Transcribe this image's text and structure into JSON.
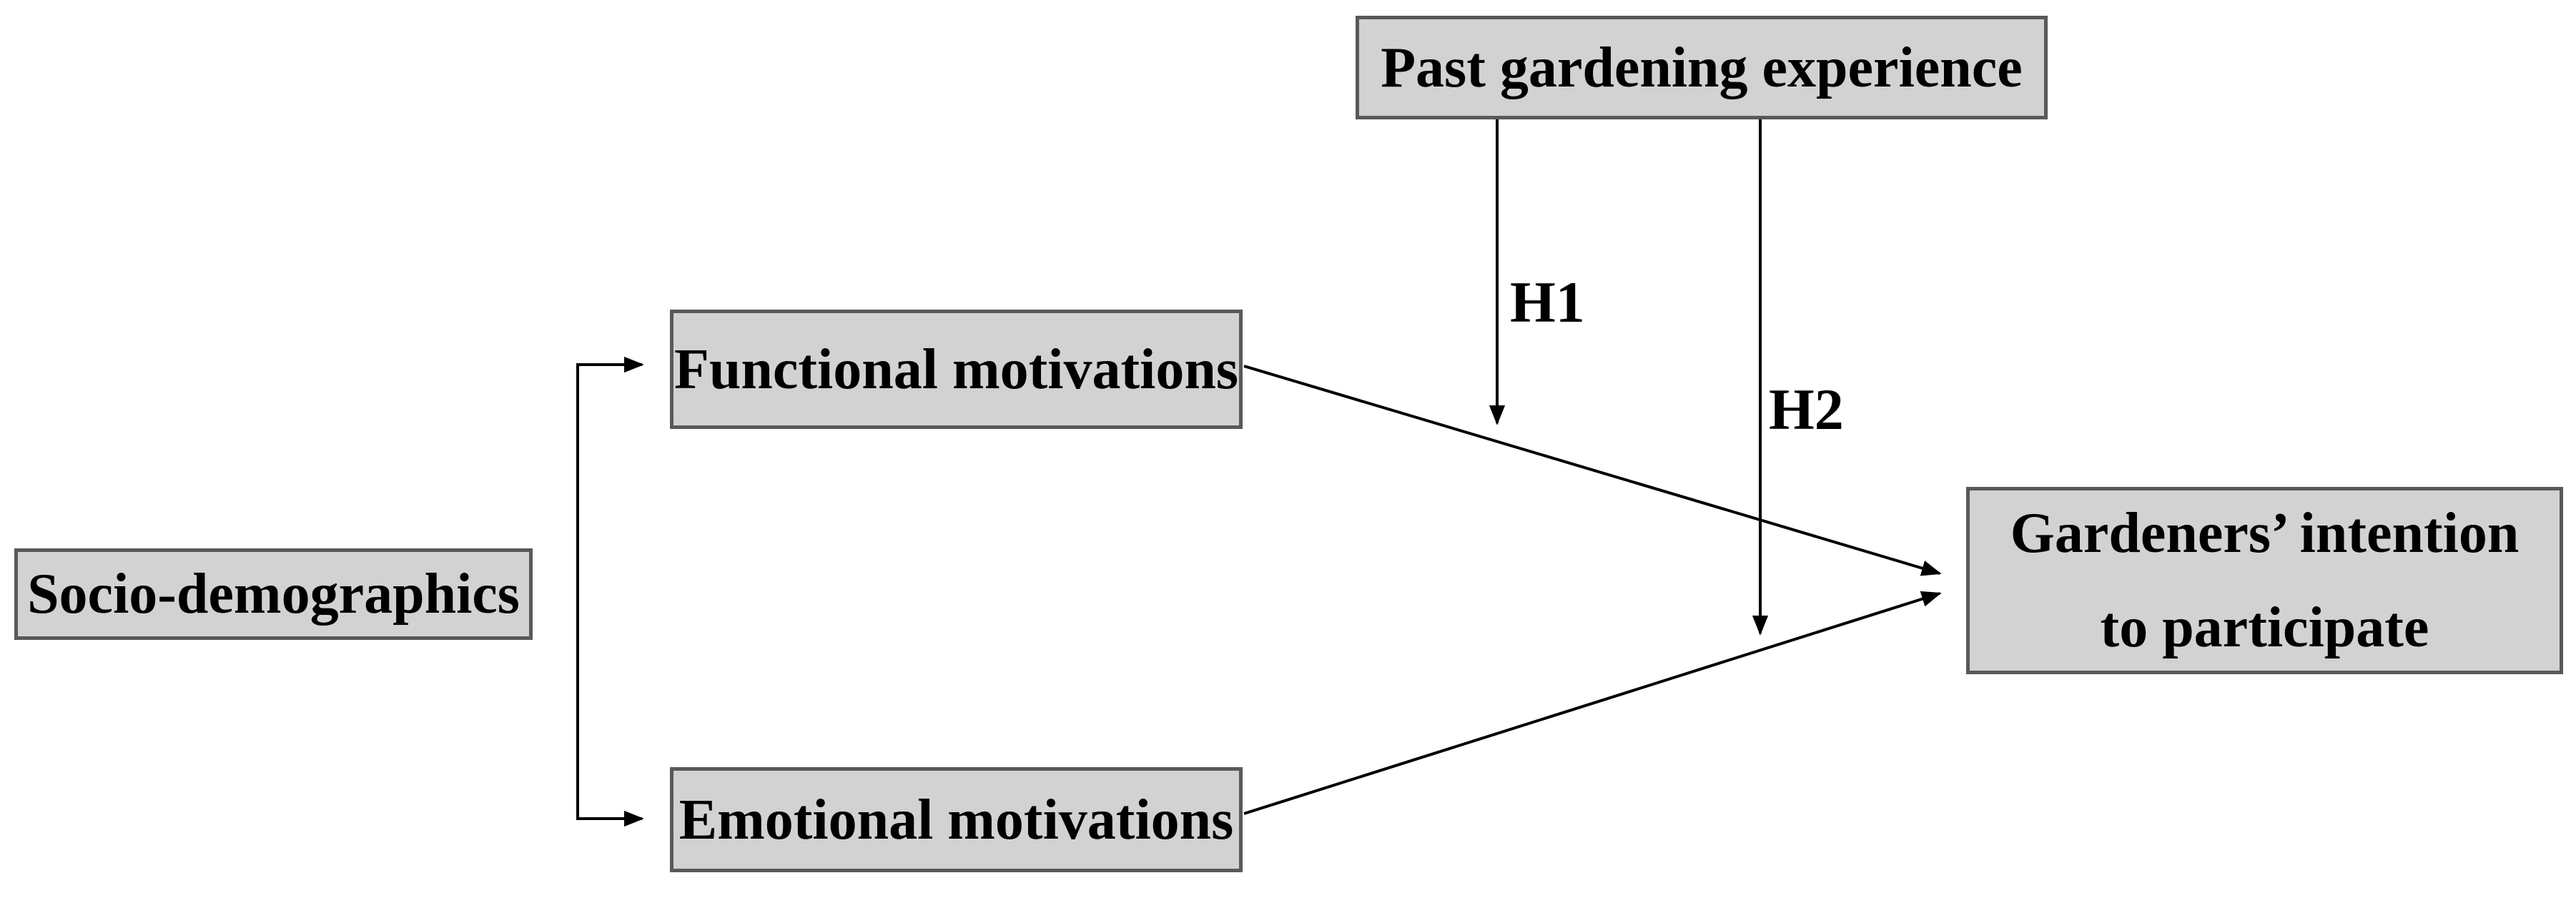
{
  "diagram": {
    "colors": {
      "background": "#ffffff",
      "box_fill": "#d2d2d2",
      "box_border": "#595959",
      "line": "#000000",
      "text": "#000000"
    },
    "nodes": {
      "past_experience": {
        "label": "Past gardening experience"
      },
      "socio_demographics": {
        "label": "Socio-demographics"
      },
      "functional_motivations": {
        "label": "Functional motivations"
      },
      "emotional_motivations": {
        "label": "Emotional motivations"
      },
      "gardeners_intention": {
        "label_line1": "Gardeners’ intention",
        "label_line2": "to participate"
      }
    },
    "hypothesis_labels": {
      "h1": "H1",
      "h2": "H2"
    }
  }
}
